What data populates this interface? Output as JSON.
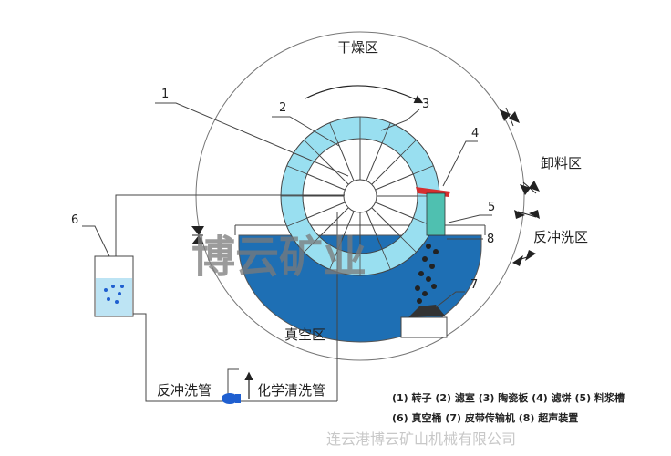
{
  "zones": {
    "drying": "干燥区",
    "unloading": "卸料区",
    "backwash": "反冲洗区",
    "vacuum": "真空区"
  },
  "callouts": [
    "1",
    "2",
    "3",
    "4",
    "5",
    "6",
    "7",
    "8"
  ],
  "pipes": {
    "backwash": "反冲洗管",
    "chemical": "化学清洗管"
  },
  "legend": {
    "line1": "(1) 转子 (2) 滤室 (3) 陶瓷板 (4) 滤饼 (5) 料浆槽",
    "line2": "(6) 真空桶 (7) 皮带传输机 (8) 超声装置"
  },
  "watermark": "博云矿业",
  "footer": "连云港博云矿山机械有限公司",
  "colors": {
    "slurry": "#1e6fb4",
    "ring": "#99dff0",
    "scraper": "#d62f2f",
    "vacuum_tank": "#bde4f4",
    "pump": "#1f5fd0"
  }
}
